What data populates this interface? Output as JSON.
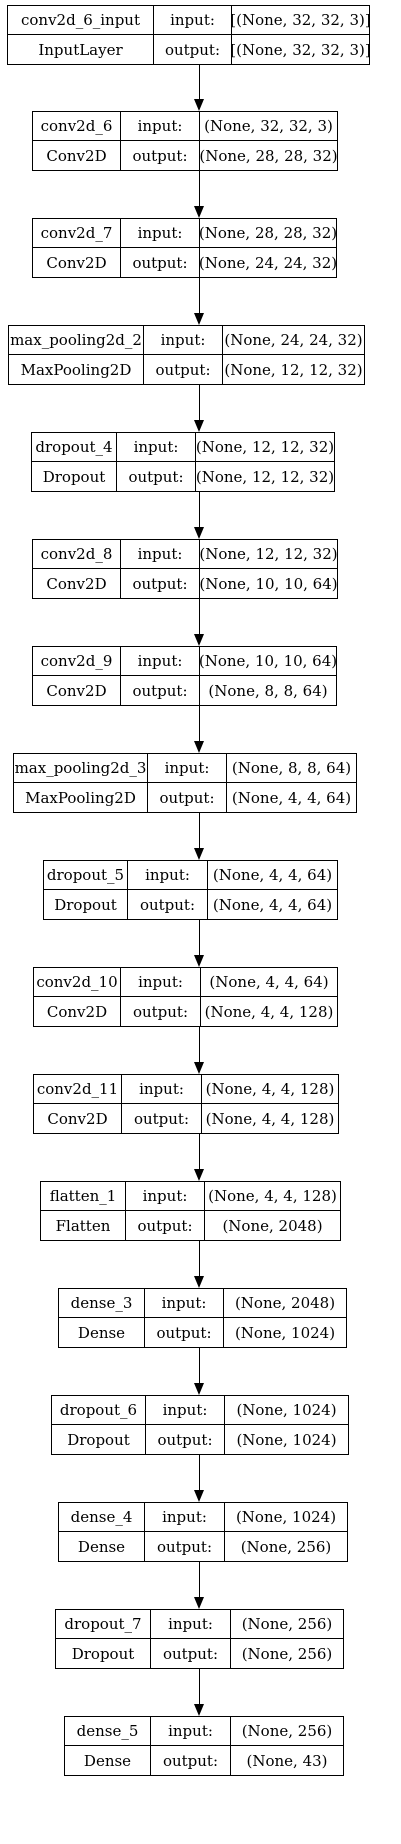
{
  "labels": {
    "input": "input:",
    "output": "output:"
  },
  "layers": [
    {
      "name": "conv2d_6_input",
      "type": "InputLayer",
      "input": "[(None, 32, 32, 3)]",
      "output": "[(None, 32, 32, 3)]"
    },
    {
      "name": "conv2d_6",
      "type": "Conv2D",
      "input": "(None, 32, 32, 3)",
      "output": "(None, 28, 28, 32)"
    },
    {
      "name": "conv2d_7",
      "type": "Conv2D",
      "input": "(None, 28, 28, 32)",
      "output": "(None, 24, 24, 32)"
    },
    {
      "name": "max_pooling2d_2",
      "type": "MaxPooling2D",
      "input": "(None, 24, 24, 32)",
      "output": "(None, 12, 12, 32)"
    },
    {
      "name": "dropout_4",
      "type": "Dropout",
      "input": "(None, 12, 12, 32)",
      "output": "(None, 12, 12, 32)"
    },
    {
      "name": "conv2d_8",
      "type": "Conv2D",
      "input": "(None, 12, 12, 32)",
      "output": "(None, 10, 10, 64)"
    },
    {
      "name": "conv2d_9",
      "type": "Conv2D",
      "input": "(None, 10, 10, 64)",
      "output": "(None, 8, 8, 64)"
    },
    {
      "name": "max_pooling2d_3",
      "type": "MaxPooling2D",
      "input": "(None, 8, 8, 64)",
      "output": "(None, 4, 4, 64)"
    },
    {
      "name": "dropout_5",
      "type": "Dropout",
      "input": "(None, 4, 4, 64)",
      "output": "(None, 4, 4, 64)"
    },
    {
      "name": "conv2d_10",
      "type": "Conv2D",
      "input": "(None, 4, 4, 64)",
      "output": "(None, 4, 4, 128)"
    },
    {
      "name": "conv2d_11",
      "type": "Conv2D",
      "input": "(None, 4, 4, 128)",
      "output": "(None, 4, 4, 128)"
    },
    {
      "name": "flatten_1",
      "type": "Flatten",
      "input": "(None, 4, 4, 128)",
      "output": "(None, 2048)"
    },
    {
      "name": "dense_3",
      "type": "Dense",
      "input": "(None, 2048)",
      "output": "(None, 1024)"
    },
    {
      "name": "dropout_6",
      "type": "Dropout",
      "input": "(None, 1024)",
      "output": "(None, 1024)"
    },
    {
      "name": "dense_4",
      "type": "Dense",
      "input": "(None, 1024)",
      "output": "(None, 256)"
    },
    {
      "name": "dropout_7",
      "type": "Dropout",
      "input": "(None, 256)",
      "output": "(None, 256)"
    },
    {
      "name": "dense_5",
      "type": "Dense",
      "input": "(None, 256)",
      "output": "(None, 43)"
    }
  ]
}
